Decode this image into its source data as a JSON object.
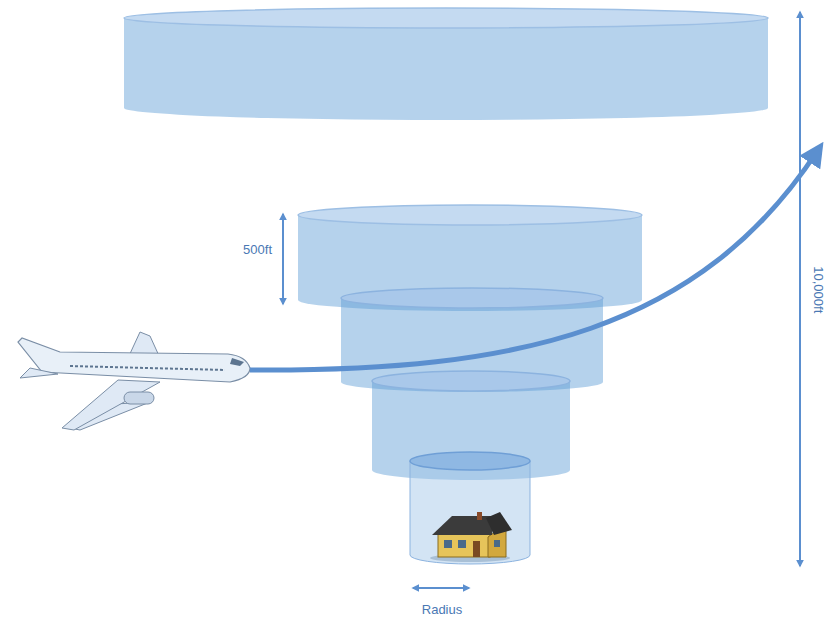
{
  "diagram": {
    "labels": [
      "500ft",
      "10,000ft",
      "Radius"
    ]
  }
}
